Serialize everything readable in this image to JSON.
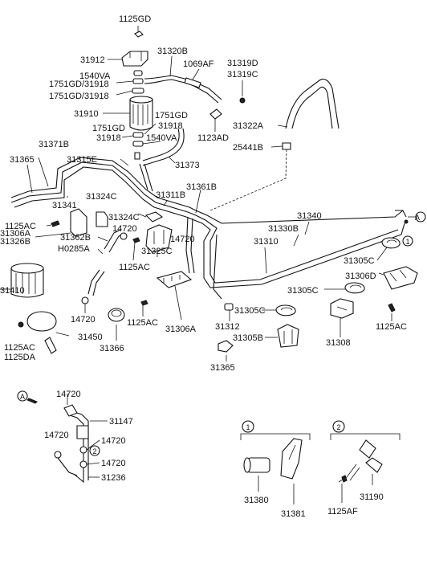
{
  "labels": {
    "l1125gd": "1125GD",
    "l31912": "31912",
    "l31320b": "31320B",
    "l1069af": "1069AF",
    "l31319d": "31319D",
    "l31319c": "31319C",
    "l1540va_a": "1540VA",
    "l1751gd_31918_a": "1751GD/31918",
    "l1751gd_31918_b": "1751GD/31918",
    "l31910": "31910",
    "l1751gd_b": "1751GD",
    "l31918_b": "31918",
    "l1751gd_c": "1751GD",
    "l31918_c": "31918",
    "l1540va_b": "1540VA",
    "l1123ad": "1123AD",
    "l31322a": "31322A",
    "l25441b": "25441B",
    "l31371b": "31371B",
    "l31365_a": "31365",
    "l31315e": "31315E",
    "l31373": "31373",
    "l31324c_a": "31324C",
    "l31311b": "31311B",
    "l31361b": "31361B",
    "l31341": "31341",
    "l1125ac_a": "1125AC",
    "l31324c_b": "31324C",
    "l14720_a": "14720",
    "l31306a_a": "31306A",
    "l31326b": "31326B",
    "l31362b": "31362B",
    "lh0285a": "H0285A",
    "l14720_b": "14720",
    "l31325c": "31325C",
    "l1125ac_b": "1125AC",
    "l31410": "31410",
    "l14720_c": "14720",
    "l1125ac_c": "1125AC",
    "l31306a_b": "31306A",
    "l1125ac_d": "1125AC",
    "l1125da": "1125DA",
    "l31450": "31450",
    "l31366": "31366",
    "l31340": "31340",
    "l31330b": "31330B",
    "l31310": "31310",
    "l31305c_a": "31305C",
    "l31306d": "31306D",
    "l31305c_b": "31305C",
    "l31305c_c": "31305C",
    "l31312": "31312",
    "l31305b": "31305B",
    "l31308": "31308",
    "l1125ac_e": "1125AC",
    "l31365_b": "31365",
    "lA_ref": "A",
    "l1_ref": "1",
    "lA_detail": "A",
    "l14720_d": "14720",
    "l31147": "31147",
    "l14720_e": "14720",
    "l14720_f": "14720",
    "l2_inline": "2",
    "l14720_g": "14720",
    "l31236": "31236",
    "l1_detail": "1",
    "l2_detail": "2",
    "l31380": "31380",
    "l31381": "31381",
    "l31190": "31190",
    "l1125af": "1125AF"
  }
}
